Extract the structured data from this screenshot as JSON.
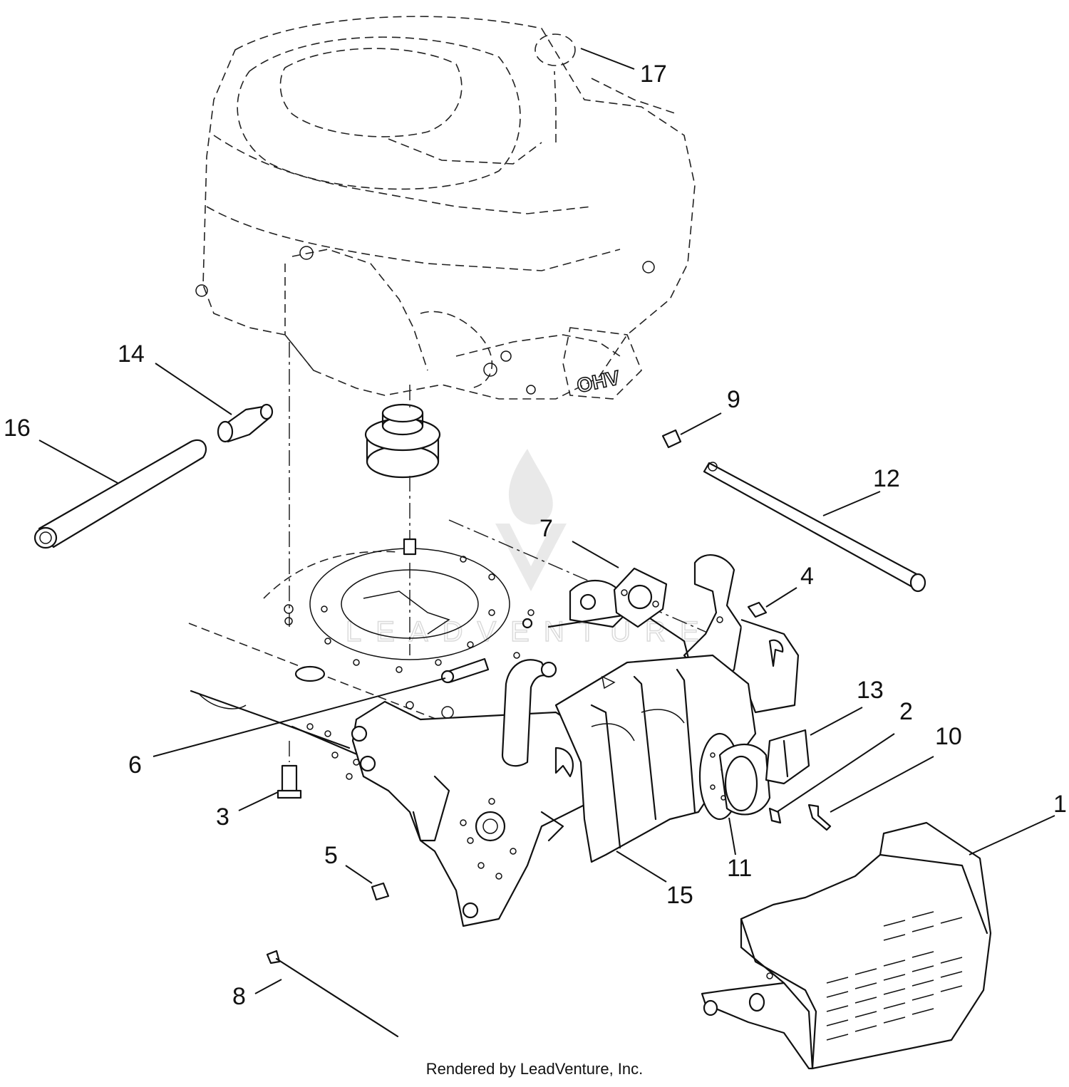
{
  "callouts": [
    "1",
    "2",
    "3",
    "4",
    "5",
    "6",
    "7",
    "8",
    "9",
    "10",
    "11",
    "12",
    "13",
    "14",
    "15",
    "16",
    "17"
  ],
  "engine_marking": "OHV",
  "watermark_text": "LEADVENTURE",
  "footer_text": "Rendered by LeadVenture, Inc."
}
